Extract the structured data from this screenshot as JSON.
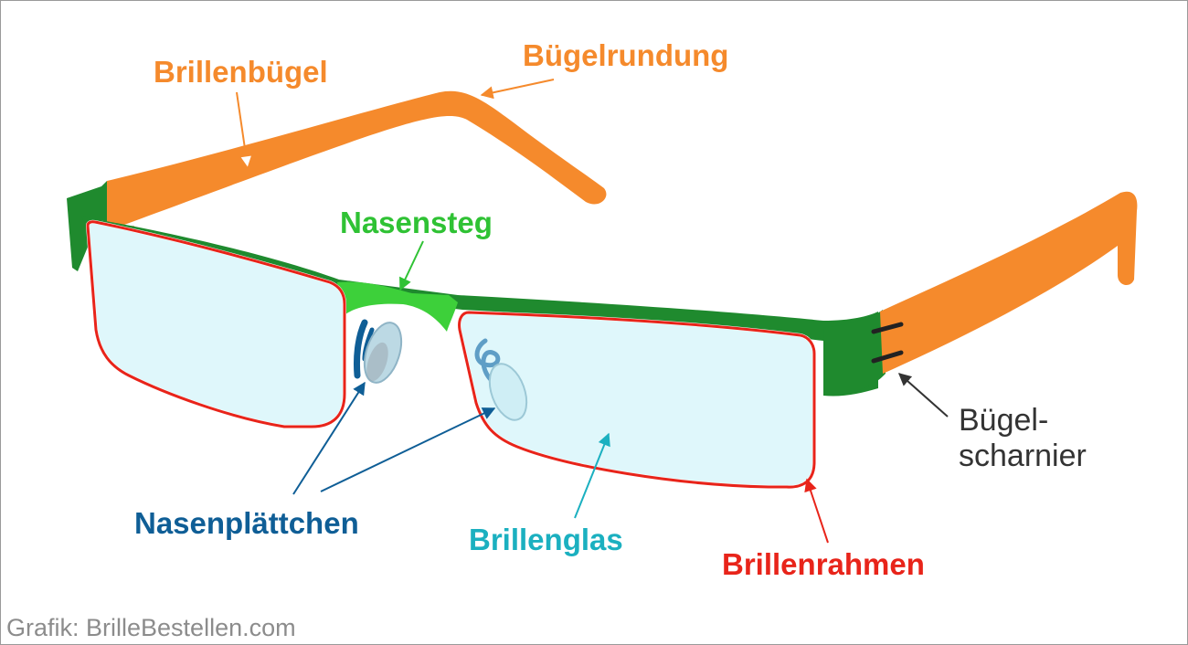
{
  "colors": {
    "temple": "#f58a2c",
    "frame_green": "#1f8a2e",
    "bridge_green": "#33c43a",
    "rim_red": "#e8241a",
    "lens": "#dff7fb",
    "nose_pad": "#0f5e96",
    "lens_label": "#1bb0c0",
    "hinge_label": "#333333",
    "credit": "#8c8c8c"
  },
  "labels": {
    "brillenbuegel": "Brillenbügel",
    "buegelrundung": "Bügelrundung",
    "nasensteg": "Nasensteg",
    "buegelscharnier_line1": "Bügel-",
    "buegelscharnier_line2": "scharnier",
    "nasenplaettchen": "Nasenplättchen",
    "brillenglas": "Brillenglas",
    "brillenrahmen": "Brillenrahmen"
  },
  "credit": "Grafik: BrilleBestellen.com"
}
